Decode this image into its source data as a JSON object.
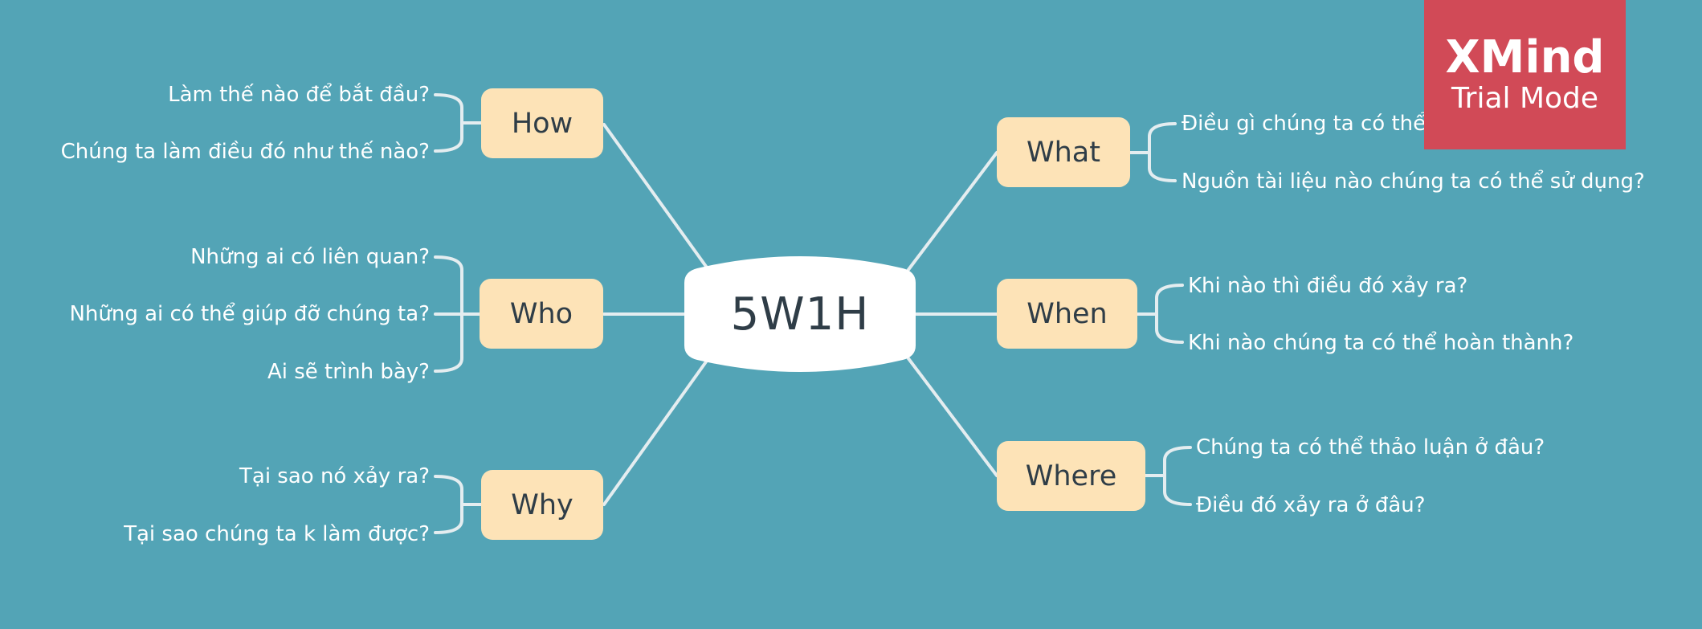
{
  "colors": {
    "background": "#53a4b6",
    "topic_fill": "#fde3b7",
    "center_fill": "#ffffff",
    "text_dark": "#2f3d47",
    "line": "#e4edf0",
    "badge": "#d14a57"
  },
  "center": {
    "label": "5W1H"
  },
  "topics": {
    "how": {
      "label": "How",
      "subs": [
        "Làm thế nào để bắt đầu?",
        "Chúng ta làm điều đó như thế nào?"
      ]
    },
    "who": {
      "label": "Who",
      "subs": [
        "Những ai có liên quan?",
        "Những ai có thể giúp đỡ chúng ta?",
        "Ai sẽ trình bày?"
      ]
    },
    "why": {
      "label": "Why",
      "subs": [
        "Tại sao nó xảy ra?",
        "Tại sao chúng ta k làm được?"
      ]
    },
    "what": {
      "label": "What",
      "subs": [
        "Điều gì chúng ta có thể làm?",
        "Nguồn tài liệu nào chúng ta có thể sử dụng?"
      ]
    },
    "when": {
      "label": "When",
      "subs": [
        "Khi nào thì điều đó xảy ra?",
        "Khi nào chúng ta có thể hoàn thành?"
      ]
    },
    "where": {
      "label": "Where",
      "subs": [
        "Chúng ta có thể thảo luận ở đâu?",
        "Điều đó xảy ra ở đâu?"
      ]
    }
  },
  "badge": {
    "brand": "XMind",
    "mode": "Trial Mode"
  }
}
